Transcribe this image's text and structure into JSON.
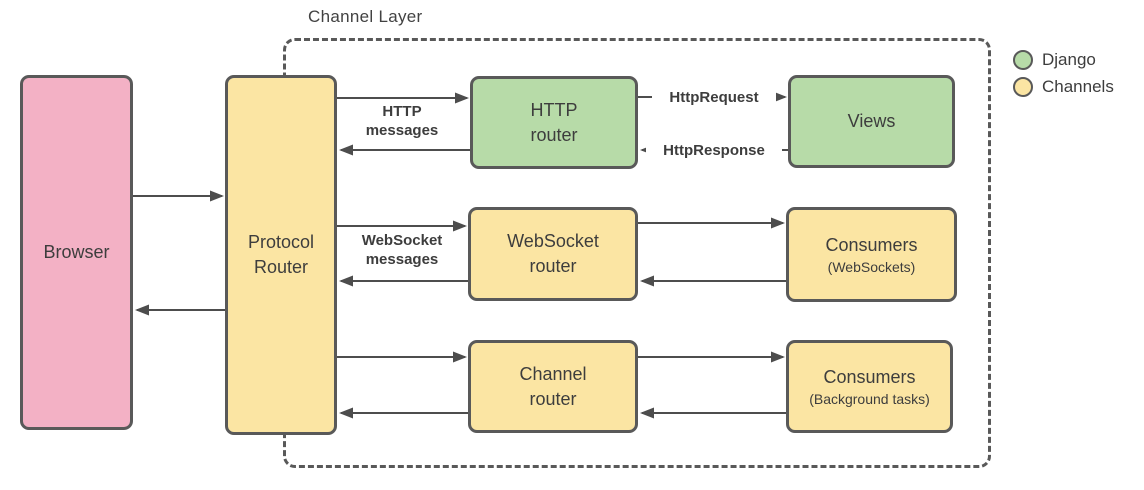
{
  "title": "Channel Layer",
  "nodes": {
    "browser": {
      "label": "Browser"
    },
    "protocol_router": {
      "line1": "Protocol",
      "line2": "Router"
    },
    "http_router": {
      "line1": "HTTP",
      "line2": "router"
    },
    "views": {
      "label": "Views"
    },
    "websocket_router": {
      "line1": "WebSocket",
      "line2": "router"
    },
    "consumers_websockets": {
      "label": "Consumers",
      "sublabel": "(WebSockets)"
    },
    "channel_router": {
      "line1": "Channel",
      "line2": "router"
    },
    "consumers_background": {
      "label": "Consumers",
      "sublabel": "(Background tasks)"
    }
  },
  "edge_labels": {
    "http_messages": {
      "line1": "HTTP",
      "line2": "messages"
    },
    "websocket_messages": {
      "line1": "WebSocket",
      "line2": "messages"
    },
    "http_request": "HttpRequest",
    "http_response": "HttpResponse"
  },
  "legend": {
    "items": [
      {
        "label": "Django",
        "color": "#b7dba8"
      },
      {
        "label": "Channels",
        "color": "#fbe5a3"
      }
    ]
  },
  "colors": {
    "django_green": "#b7dba8",
    "channels_yellow": "#fbe5a3",
    "browser_pink": "#f3b1c5",
    "node_border": "#595959",
    "arrow": "#4d4d4d",
    "text": "#3d3d3d"
  }
}
